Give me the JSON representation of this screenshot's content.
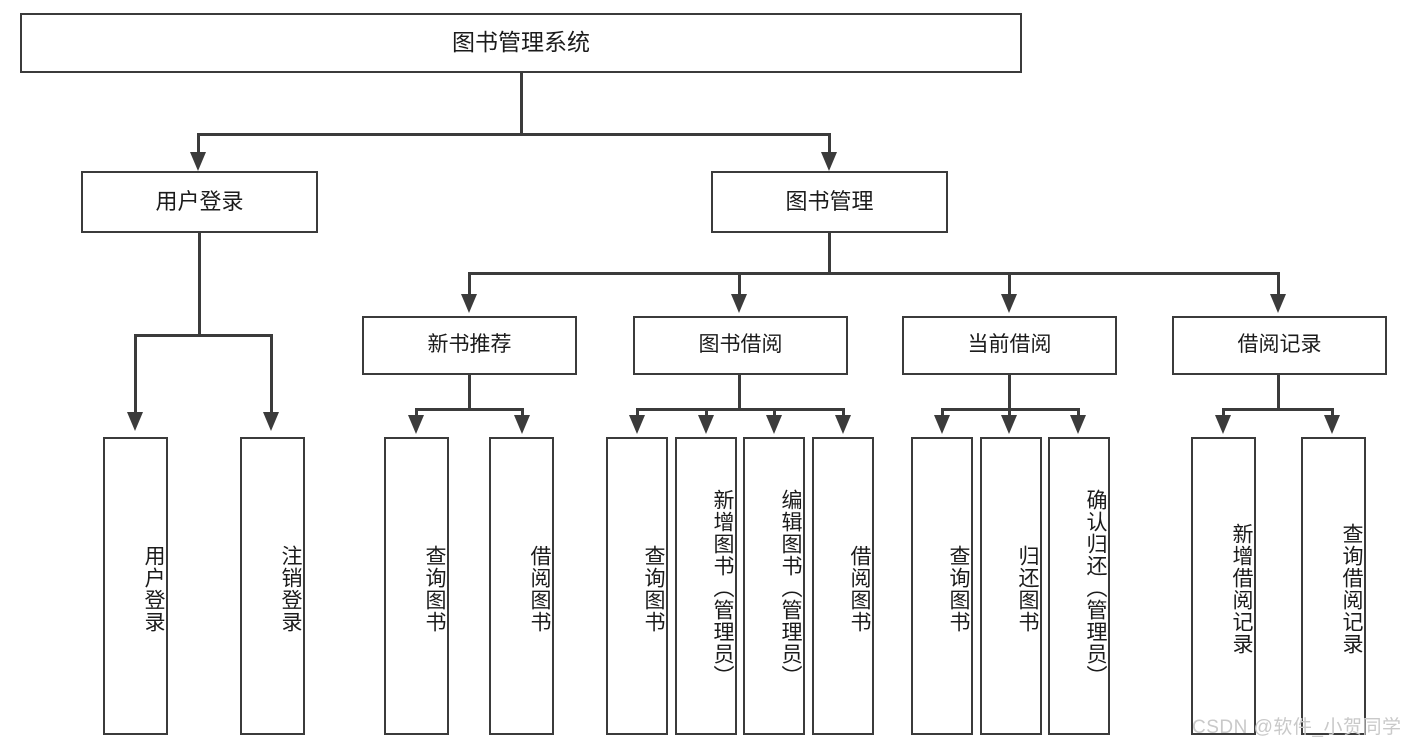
{
  "diagram": {
    "title": "图书管理系统",
    "type": "tree-hierarchy",
    "root": {
      "id": "root",
      "label": "图书管理系统"
    },
    "level1": [
      {
        "id": "user-login",
        "label": "用户登录"
      },
      {
        "id": "book-manage",
        "label": "图书管理"
      }
    ],
    "level2": [
      {
        "id": "new-book-recommend",
        "label": "新书推荐",
        "parent": "book-manage"
      },
      {
        "id": "book-borrow",
        "label": "图书借阅",
        "parent": "book-manage"
      },
      {
        "id": "current-borrow",
        "label": "当前借阅",
        "parent": "book-manage"
      },
      {
        "id": "borrow-record",
        "label": "借阅记录",
        "parent": "book-manage"
      }
    ],
    "leaves": {
      "user_login": [
        {
          "id": "leaf-user-login",
          "label": "用户登录"
        },
        {
          "id": "leaf-user-logout",
          "label": "注销登录"
        }
      ],
      "new_book_recommend": [
        {
          "id": "leaf-query-book-1",
          "label": "查询图书"
        },
        {
          "id": "leaf-borrow-book-1",
          "label": "借阅图书"
        }
      ],
      "book_borrow": [
        {
          "id": "leaf-query-book-2",
          "label": "查询图书"
        },
        {
          "id": "leaf-add-book",
          "label": "新增图书（管理员）"
        },
        {
          "id": "leaf-edit-book",
          "label": "编辑图书（管理员）"
        },
        {
          "id": "leaf-borrow-book-2",
          "label": "借阅图书"
        }
      ],
      "current_borrow": [
        {
          "id": "leaf-query-book-3",
          "label": "查询图书"
        },
        {
          "id": "leaf-return-book",
          "label": "归还图书"
        },
        {
          "id": "leaf-confirm-return",
          "label": "确认归还（管理员）"
        }
      ],
      "borrow_record": [
        {
          "id": "leaf-add-record",
          "label": "新增借阅记录"
        },
        {
          "id": "leaf-query-record",
          "label": "查询借阅记录"
        }
      ]
    }
  },
  "watermark": {
    "text": "CSDN @软件_小贺同学"
  },
  "colors": {
    "stroke": "#3b3b3b",
    "text": "#1b1b1b",
    "background": "#ffffff",
    "watermark": "#c9c9c9"
  }
}
